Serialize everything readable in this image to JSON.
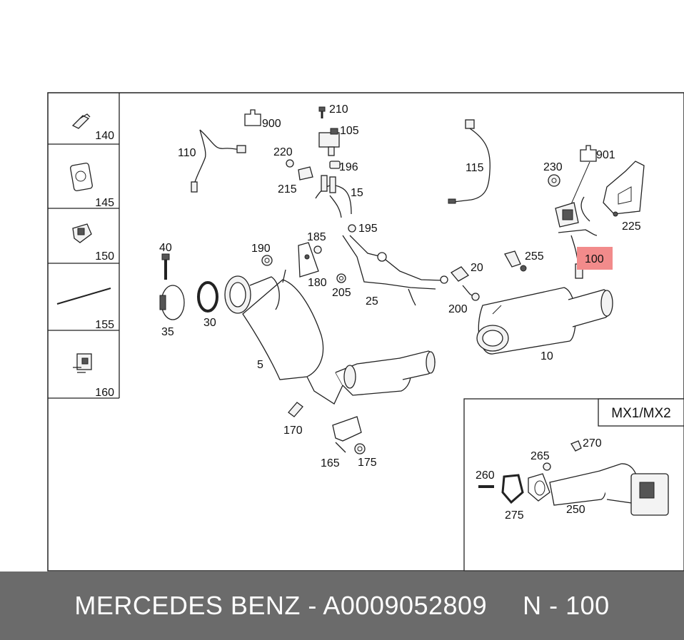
{
  "diagram": {
    "inset_title": "MX1/MX2",
    "highlight_color": "#f28b8b",
    "side_callouts": [
      "140",
      "145",
      "150",
      "155",
      "160"
    ],
    "callouts": {
      "c210": "210",
      "c900": "900",
      "c105": "105",
      "c110": "110",
      "c220": "220",
      "c196": "196",
      "c215": "215",
      "c15": "15",
      "c195": "195",
      "c115": "115",
      "c230": "230",
      "c901": "901",
      "c225": "225",
      "c100": "100",
      "c255": "255",
      "c20": "20",
      "c200": "200",
      "c10": "10",
      "c40": "40",
      "c190": "190",
      "c185": "185",
      "c180": "180",
      "c205": "205",
      "c25": "25",
      "c35": "35",
      "c30": "30",
      "c5": "5",
      "c170": "170",
      "c165": "165",
      "c175": "175",
      "c270": "270",
      "c265": "265",
      "c260": "260",
      "c275": "275",
      "c250": "250"
    }
  },
  "footer": {
    "brand_part": "MERCEDES BENZ - A0009052809",
    "position": "N - 100"
  }
}
